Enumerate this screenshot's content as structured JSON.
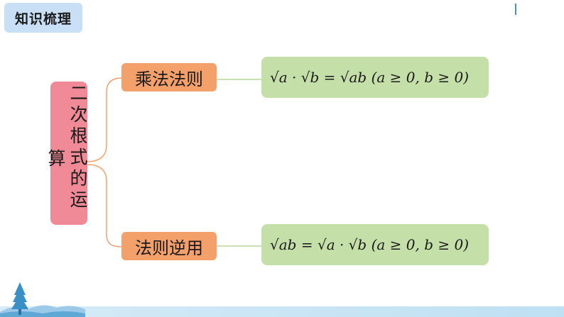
{
  "header": {
    "title": "知识梳理"
  },
  "diagram": {
    "main_node": {
      "col1": "二次根式的运",
      "col2": "算"
    },
    "branches": [
      {
        "label": "乘法法则",
        "formula": "√a · √b = √ab (a ≥ 0, b ≥ 0)"
      },
      {
        "label": "法则逆用",
        "formula": "√ab = √a · √b (a ≥ 0, b ≥ 0)"
      }
    ]
  },
  "colors": {
    "title_badge": "#c9dff5",
    "main_node": "#f08a96",
    "branch_node": "#f4a06a",
    "formula_box": "#c5dfa8",
    "connector_orange": "#f4a06a",
    "connector_green": "#b8d99a"
  },
  "icons": {
    "footer_decoration": "tree-landscape-icon"
  }
}
